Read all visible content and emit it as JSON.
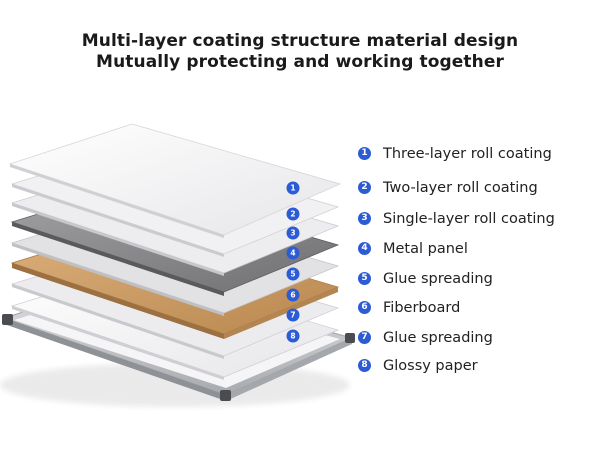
{
  "heading": {
    "line1": "Multi-layer coating structure material design",
    "line2": "Mutually protecting and working together"
  },
  "layers": [
    {
      "number": "1",
      "label": "Three-layer roll coating",
      "color": "#f4f4f6"
    },
    {
      "number": "2",
      "label": "Two-layer roll coating",
      "color": "#efeff1"
    },
    {
      "number": "3",
      "label": "Single-layer roll coating",
      "color": "#e9e9ec"
    },
    {
      "number": "4",
      "label": "Metal panel",
      "color": "#8a8a8d"
    },
    {
      "number": "5",
      "label": "Glue spreading",
      "color": "#d8d8da"
    },
    {
      "number": "6",
      "label": "Fiberboard",
      "color": "#c99a66"
    },
    {
      "number": "7",
      "label": "Glue spreading",
      "color": "#e3e3e5"
    },
    {
      "number": "8",
      "label": "Glossy paper",
      "color": "#f2f2f4"
    }
  ],
  "badge_color": "#2c5bd6",
  "frame_color": "#c7c9cc"
}
